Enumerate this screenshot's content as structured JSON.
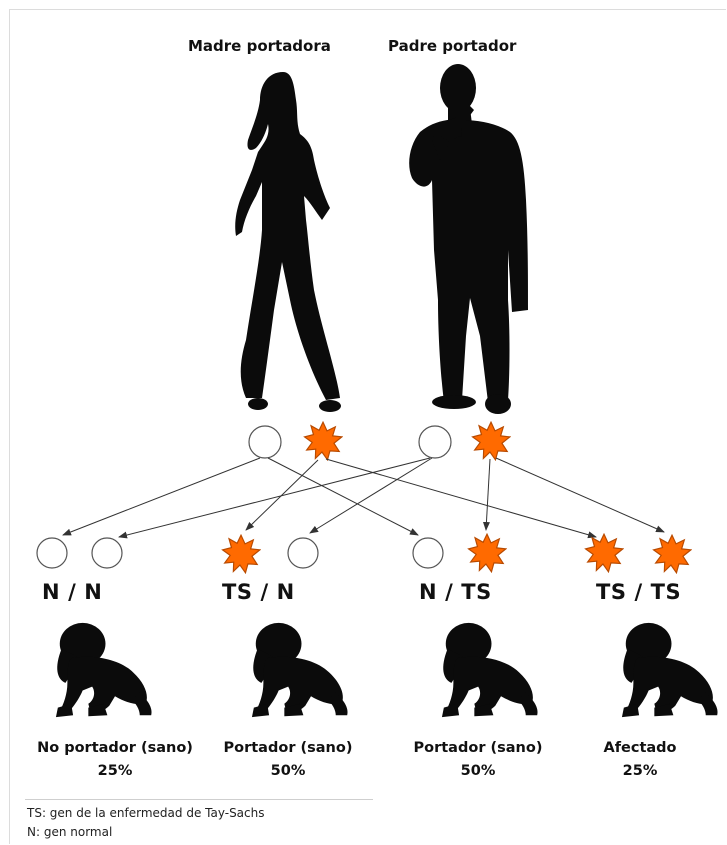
{
  "parents": [
    {
      "label": "Madre portadora",
      "icon": "mother-silhouette-icon"
    },
    {
      "label": "Padre portador",
      "icon": "father-silhouette-icon"
    }
  ],
  "allele_symbols": {
    "normal": "empty-circle-icon",
    "ts": "orange-starburst-icon"
  },
  "colors": {
    "ts_fill": "#ff6a00",
    "ts_stroke": "#b84a00",
    "silhouette": "#0b0b0b",
    "arrow": "#333333"
  },
  "offspring": [
    {
      "allele1": "N",
      "allele2": "N",
      "status": "No portador (sano)",
      "percent": "25%"
    },
    {
      "allele1": "TS",
      "allele2": "N",
      "status": "Portador (sano)",
      "percent": "50%"
    },
    {
      "allele1": "N",
      "allele2": "TS",
      "status": "Portador (sano)",
      "percent": "50%"
    },
    {
      "allele1": "TS",
      "allele2": "TS",
      "status": "Afectado",
      "percent": "25%"
    }
  ],
  "legend": [
    "TS: gen de la enfermedad de Tay-Sachs",
    "N: gen normal"
  ]
}
